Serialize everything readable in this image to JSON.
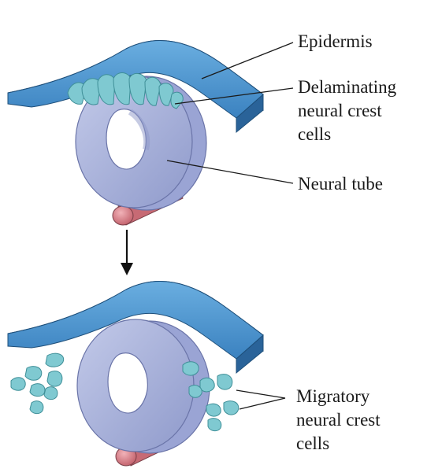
{
  "labels": {
    "epidermis": "Epidermis",
    "delaminating": [
      "Delaminating",
      "neural crest",
      "cells"
    ],
    "neural_tube": "Neural tube",
    "migratory": [
      "Migratory",
      "neural crest",
      "cells"
    ]
  },
  "colors": {
    "epidermis_top": "#4a8fc8",
    "epidermis_side": "#2f6fa8",
    "neural_tube": "#a9b2da",
    "neural_tube_dark": "#8d97c8",
    "neural_tube_lumen": "#ffffff",
    "crest_cells": "#7fc9d1",
    "notochord": "#c76a74",
    "leader_line": "#1a1a1a"
  }
}
